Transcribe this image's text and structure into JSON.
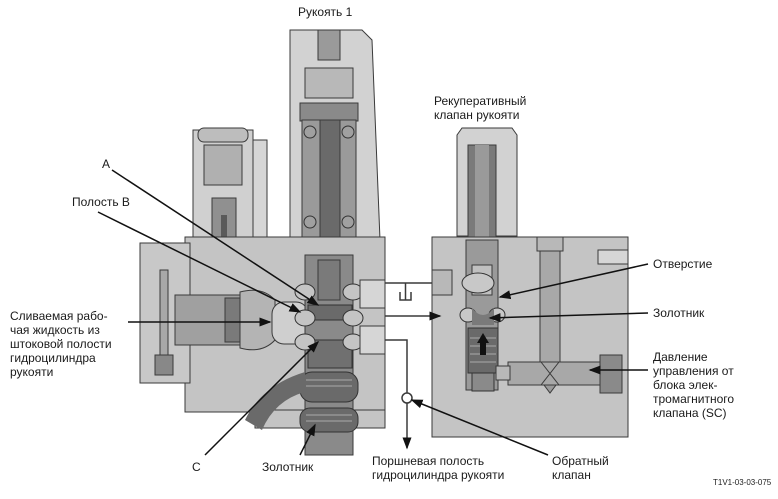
{
  "diagram": {
    "title_handle": "Рукоять 1",
    "labels": {
      "regen_valve": [
        "Рекуперативный",
        "клапан рукояти"
      ],
      "a": "A",
      "cavity_b": "Полость B",
      "drain_fluid": [
        "Сливаемая рабо-",
        "чая жидкость из",
        "штоковой полости",
        "гидроцилиндра",
        "рукояти"
      ],
      "orifice": "Отверстие",
      "spool_right": "Золотник",
      "pilot_pressure": [
        "Давление",
        "управления от",
        "блока элек-",
        "тромагнитного",
        "клапана (SC)"
      ],
      "c": "C",
      "spool_bottom": "Золотник",
      "piston_cavity": [
        "Поршневая полость",
        "гидроцилиндра рукояти"
      ],
      "check_valve": [
        "Обратный",
        "клапан"
      ]
    },
    "figure_code": "T1V1-03-03-075",
    "colors": {
      "body_light": "#c8c8c8",
      "body_mid": "#a8a8a8",
      "body_dark": "#7a7a7a",
      "spool_dark": "#6a6a6a",
      "outline": "#3a3a3a",
      "leader": "#111111",
      "background": "#ffffff"
    }
  }
}
